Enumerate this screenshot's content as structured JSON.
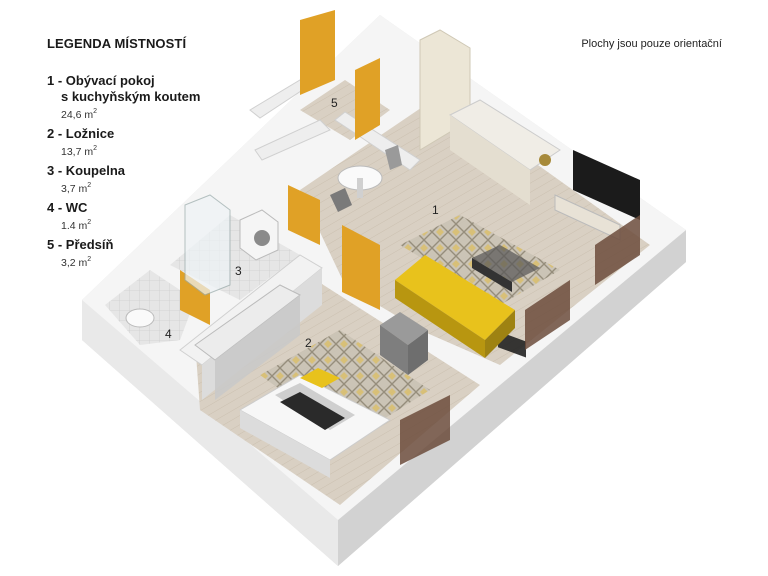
{
  "legend": {
    "title": "LEGENDA MÍSTNOSTÍ",
    "rooms": [
      {
        "number": "1",
        "line1": "1 - Obývací pokoj",
        "line2": "s kuchyňským koutem",
        "area": "24,6 m",
        "area_sup": "2"
      },
      {
        "number": "2",
        "line1": "2 - Ložnice",
        "area": "13,7 m",
        "area_sup": "2"
      },
      {
        "number": "3",
        "line1": "3 - Koupelna",
        "area": "3,7 m",
        "area_sup": "2"
      },
      {
        "number": "4",
        "line1": "4 - WC",
        "area": "1.4 m",
        "area_sup": "2"
      },
      {
        "number": "5",
        "line1": "5 - Předsíň",
        "area": "3,2 m",
        "area_sup": "2"
      }
    ]
  },
  "note": "Plochy jsou pouze orientační",
  "plan_labels": {
    "r1": "1",
    "r2": "2",
    "r3": "3",
    "r4": "4",
    "r5": "5"
  },
  "colors": {
    "wall": "#f4f4f4",
    "wall_side": "#d9d9d9",
    "floor": "#d7cdbf",
    "door": "#e0a126",
    "sofa": "#e8c21c",
    "rug": "#b9b1a2"
  }
}
